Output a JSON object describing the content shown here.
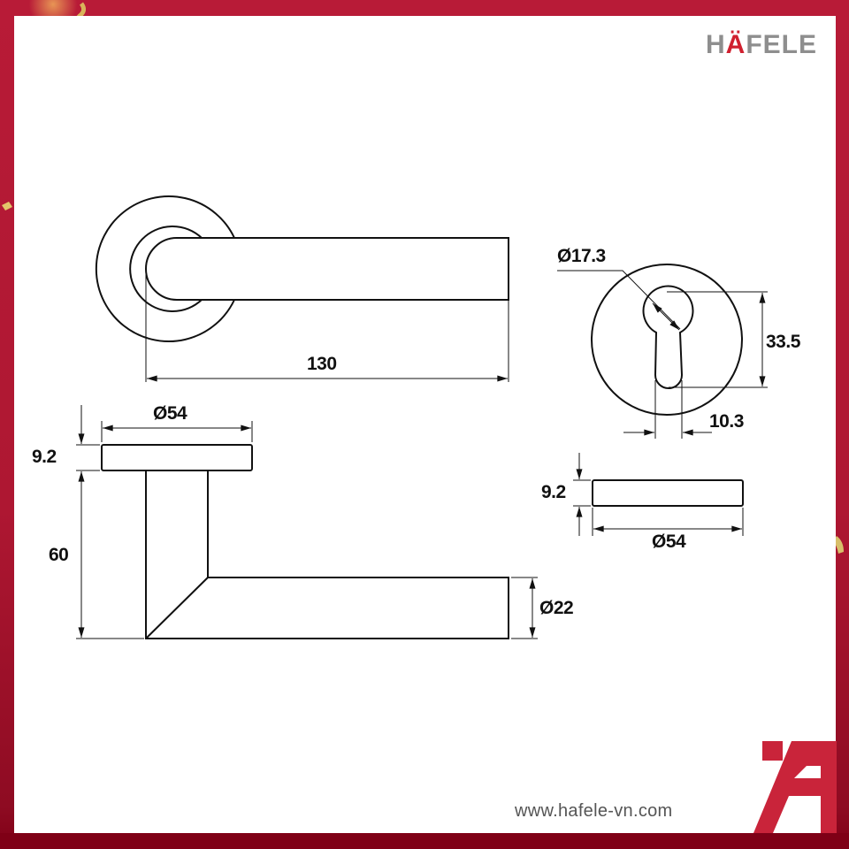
{
  "brand": {
    "logo_prefix": "H",
    "logo_accent": "Ä",
    "logo_suffix": "FELE",
    "website": "www.hafele-vn.com",
    "colors": {
      "frame_red": "#B51A35",
      "frame_dark": "#7F0016",
      "accent_red": "#C9243A",
      "logo_gray": "#8E8E8E"
    }
  },
  "drawing": {
    "lever_top_view": {
      "length": "130"
    },
    "lever_side_view": {
      "rosette_diameter": "Ø54",
      "rosette_thickness": "9.2",
      "projection": "60",
      "lever_diameter": "Ø22"
    },
    "escutcheon_front_view": {
      "cylinder_diameter": "Ø17.3",
      "keyhole_height": "33.5",
      "slot_width": "10.3"
    },
    "escutcheon_side_view": {
      "thickness": "9.2",
      "diameter": "Ø54"
    }
  }
}
